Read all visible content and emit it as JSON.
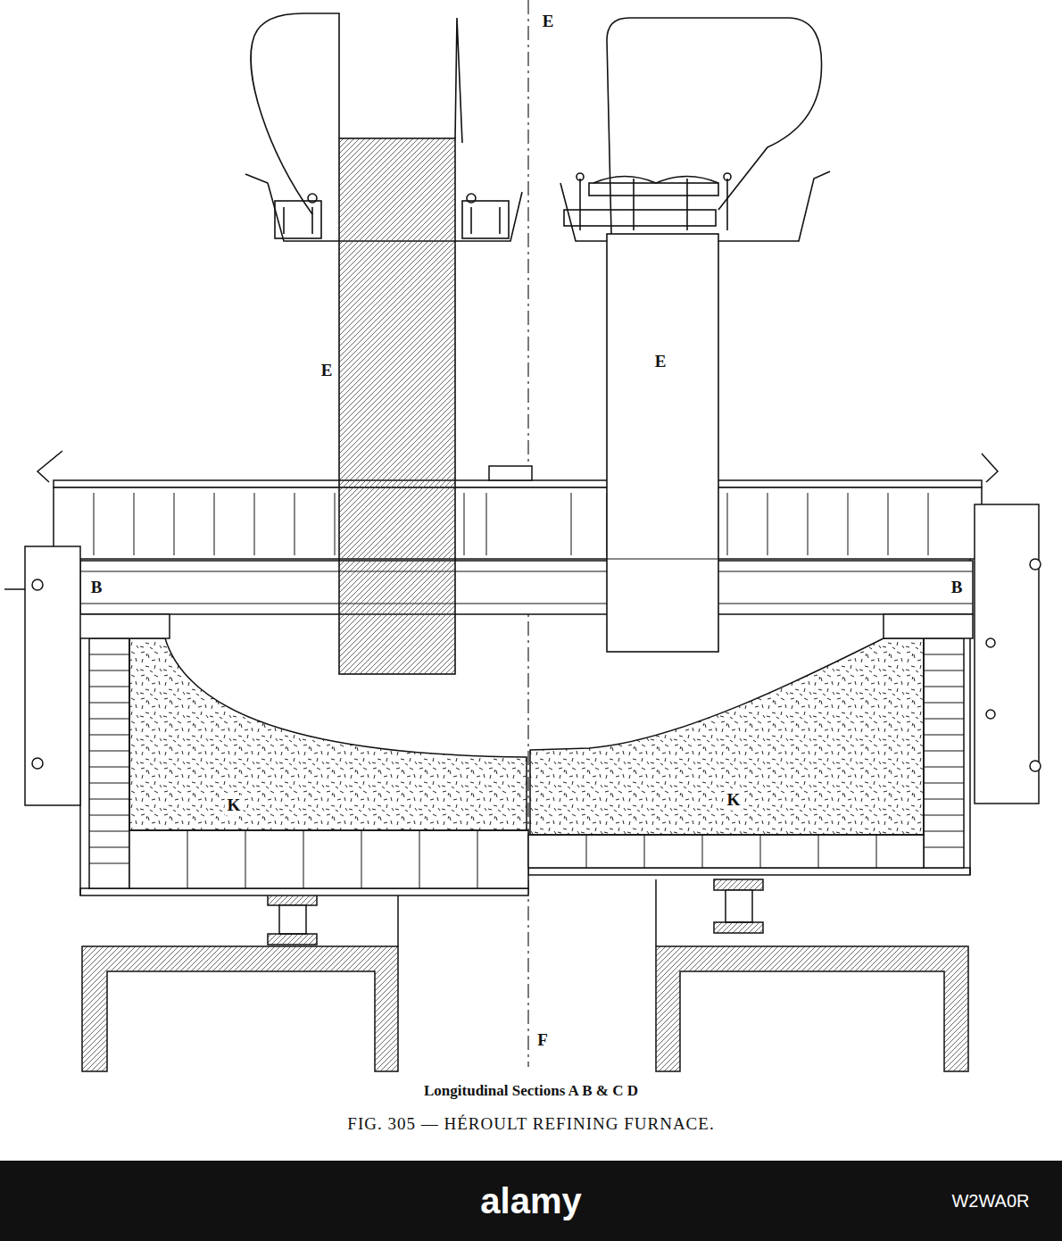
{
  "diagram": {
    "title": "FIG. 305 — HÉROULT REFINING FURNACE.",
    "caption": "Longitudinal Sections A B & C D",
    "labels": [
      "E",
      "E",
      "E",
      "B",
      "B",
      "K",
      "K",
      "F",
      "alamy",
      "W2WA0R"
    ]
  }
}
